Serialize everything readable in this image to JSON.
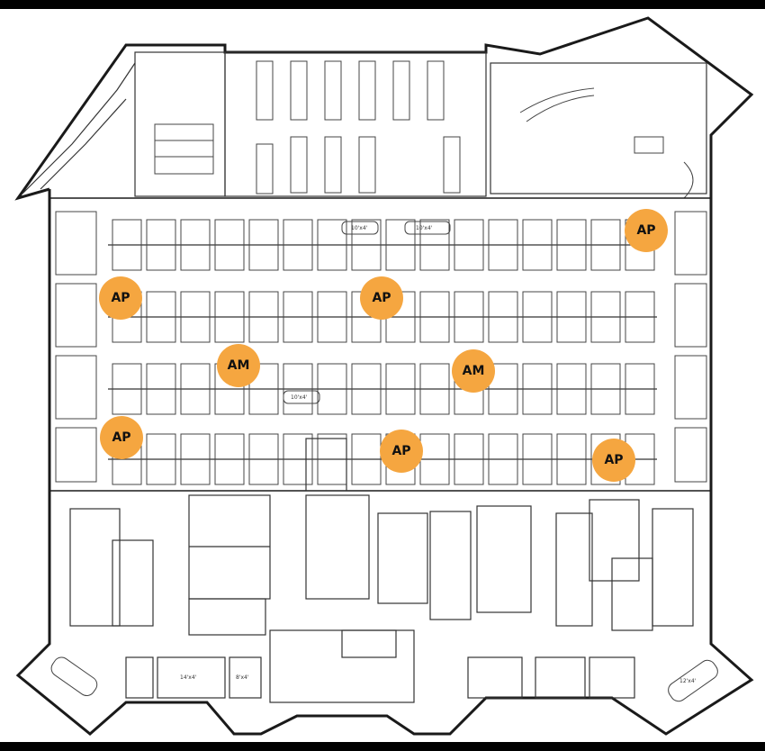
{
  "colors": {
    "marker": "#f5a640",
    "wall": "#1a1a1a",
    "line": "#333333",
    "background": "#ffffff",
    "frame": "#000000"
  },
  "room_labels": {
    "a": "10'x4'",
    "b": "10'x4'",
    "c": "10'x4'",
    "d": "14'x4'",
    "e": "8'x4'",
    "f": "12'x4'"
  },
  "markers": [
    {
      "id": "ap-1",
      "label": "AP",
      "kind": "access-point"
    },
    {
      "id": "ap-2",
      "label": "AP",
      "kind": "access-point"
    },
    {
      "id": "ap-3",
      "label": "AP",
      "kind": "access-point"
    },
    {
      "id": "am-1",
      "label": "AM",
      "kind": "am"
    },
    {
      "id": "am-2",
      "label": "AM",
      "kind": "am"
    },
    {
      "id": "ap-4",
      "label": "AP",
      "kind": "access-point"
    },
    {
      "id": "ap-5",
      "label": "AP",
      "kind": "access-point"
    },
    {
      "id": "ap-6",
      "label": "AP",
      "kind": "access-point"
    }
  ]
}
